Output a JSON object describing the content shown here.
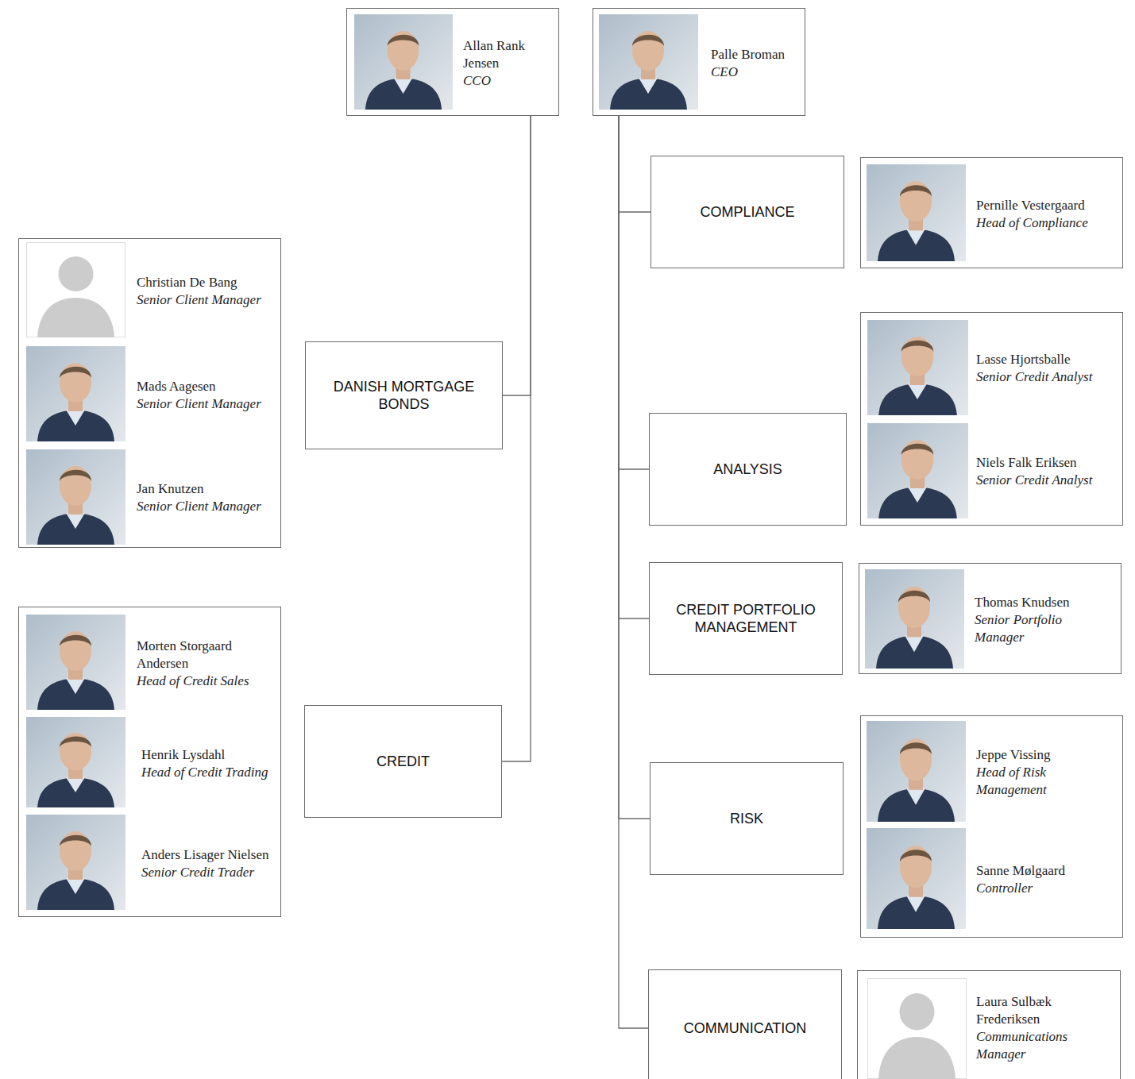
{
  "diagram": {
    "nodes": [
      {
        "text": [
          "Allan Rank Jensen",
          "CCO"
        ]
      },
      {
        "text": [
          "Palle Broman",
          "CEO"
        ]
      },
      {
        "text": [
          "COMPLIANCE"
        ]
      },
      {
        "text": [
          "Pernille Vestergaard",
          "Head of Compliance"
        ]
      },
      {
        "text": [
          "Christian De Bang",
          "Senior Client Manager",
          "Mads Aagesen",
          "Senior Client Manager",
          "Jan Knutzen",
          "Senior Client Manager"
        ]
      },
      {
        "text": [
          "DANISH MORTGAGE BONDS"
        ]
      },
      {
        "text": [
          "ANALYSIS"
        ]
      },
      {
        "text": [
          "Lasse Hjortsballe",
          "Senior Credit Analyst",
          "Niels Falk Eriksen",
          "Senior Credit Analyst"
        ]
      },
      {
        "text": [
          "CREDIT PORTFOLIO MANAGEMENT"
        ]
      },
      {
        "text": [
          "Thomas Knudsen",
          "Senior Portfolio Manager"
        ]
      },
      {
        "text": [
          "Morten Storgaard Andersen",
          "Head of Credit Sales",
          "Henrik Lysdahl",
          "Head of Credit Trading",
          "Anders Lisager Nielsen",
          "Senior Credit Trader"
        ]
      },
      {
        "text": [
          "CREDIT"
        ]
      },
      {
        "text": [
          "RISK"
        ]
      },
      {
        "text": [
          "Jeppe Vissing",
          "Head of Risk Management",
          "Sanne Mølgaard",
          "Controller"
        ]
      },
      {
        "text": [
          "COMMUNICATION"
        ]
      },
      {
        "text": [
          "Laura Sulbæk Frederiksen",
          "Communications Manager"
        ]
      }
    ],
    "edges": [
      {
        "from": 0,
        "to": 5,
        "arrow": "none"
      },
      {
        "from": 0,
        "to": 11,
        "arrow": "none"
      },
      {
        "from": 1,
        "to": 2,
        "arrow": "none"
      },
      {
        "from": 1,
        "to": 6,
        "arrow": "none"
      },
      {
        "from": 1,
        "to": 8,
        "arrow": "none"
      },
      {
        "from": 1,
        "to": 12,
        "arrow": "none"
      },
      {
        "from": 1,
        "to": 14,
        "arrow": "none"
      }
    ]
  }
}
